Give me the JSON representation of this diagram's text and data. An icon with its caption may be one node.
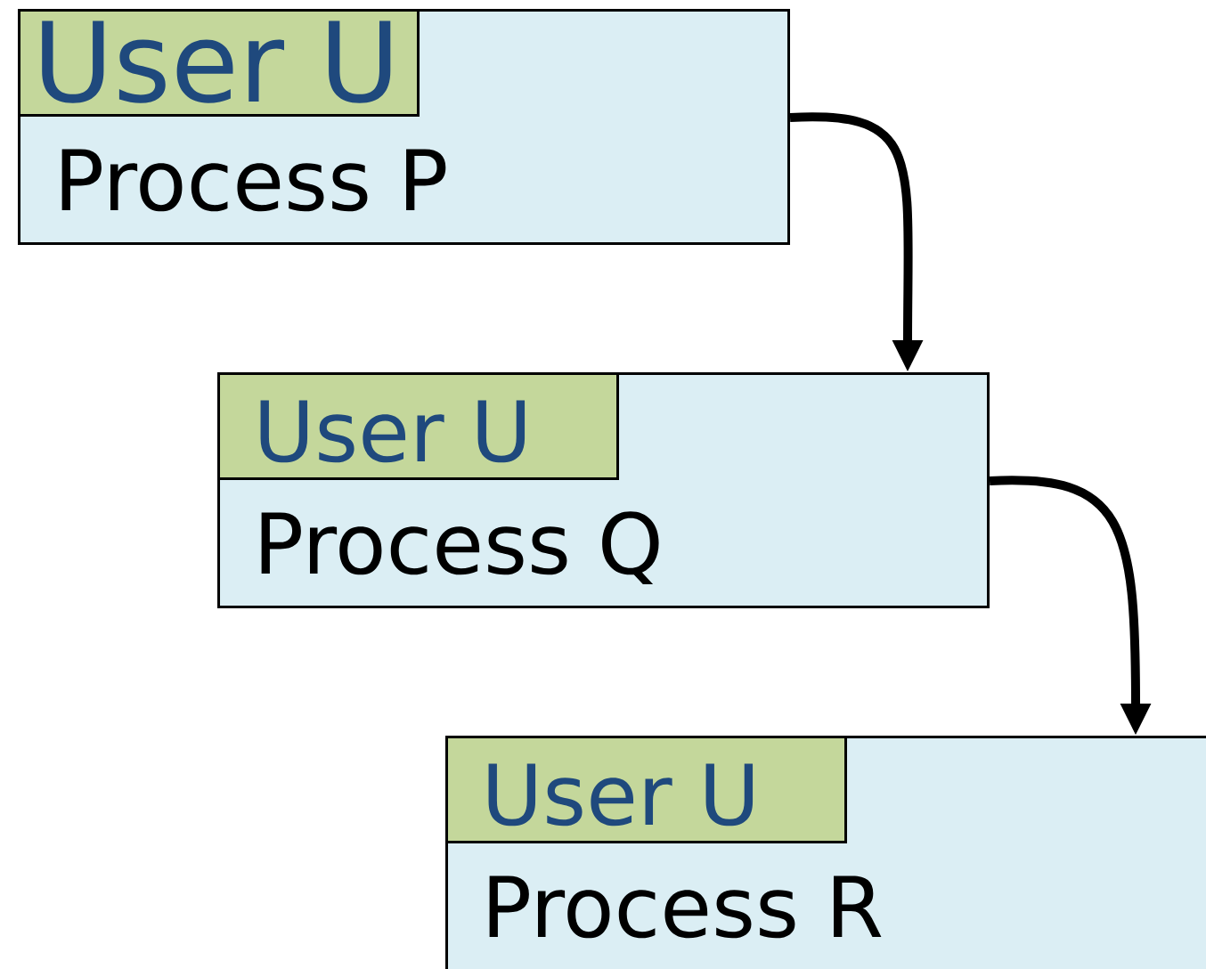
{
  "diagram": {
    "nodes": [
      {
        "text": [
          "Process P"
        ]
      },
      {
        "text": [
          "User U"
        ],
        "in": 0
      },
      {
        "text": [
          "Process Q"
        ]
      },
      {
        "text": [
          "User U"
        ],
        "in": 2
      },
      {
        "text": [
          "Process R"
        ]
      },
      {
        "text": [
          "User U"
        ],
        "in": 4
      }
    ],
    "edges": [
      {
        "from": 0,
        "to": 2,
        "arrow": "to"
      },
      {
        "from": 2,
        "to": 4,
        "arrow": "to"
      }
    ]
  }
}
